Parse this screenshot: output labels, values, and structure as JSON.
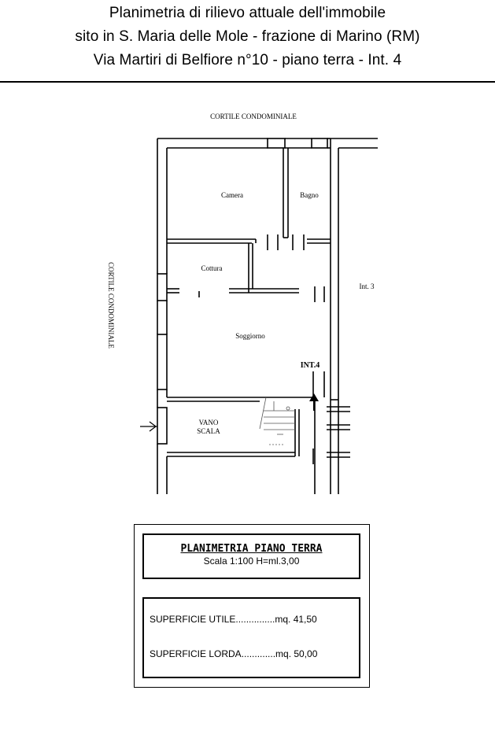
{
  "header": {
    "line1": "Planimetria di rilievo attuale dell'immobile",
    "line2": "sito in S. Maria delle Mole - frazione di Marino (RM)",
    "line3": "Via Martiri di Belfiore n°10 - piano terra - Int. 4"
  },
  "plan": {
    "courtyard_top": "CORTILE  CONDOMINIALE",
    "courtyard_left": "CORTILE  CONDOMINIALE",
    "rooms": {
      "camera": "Camera",
      "bagno": "Bagno",
      "cottura": "Cottura",
      "soggiorno": "Soggiorno",
      "vano_scala_1": "VANO",
      "vano_scala_2": "SCALA"
    },
    "int3": "Int. 3",
    "int4": "INT.4"
  },
  "legend": {
    "title": "PLANIMETRIA PIANO TERRA",
    "scale": "Scala 1:100   H=ml.3,00",
    "superficie_utile": "SUPERFICIE UTILE...............mq. 41,50",
    "superficie_lorda": "SUPERFICIE LORDA.............mq. 50,00"
  }
}
